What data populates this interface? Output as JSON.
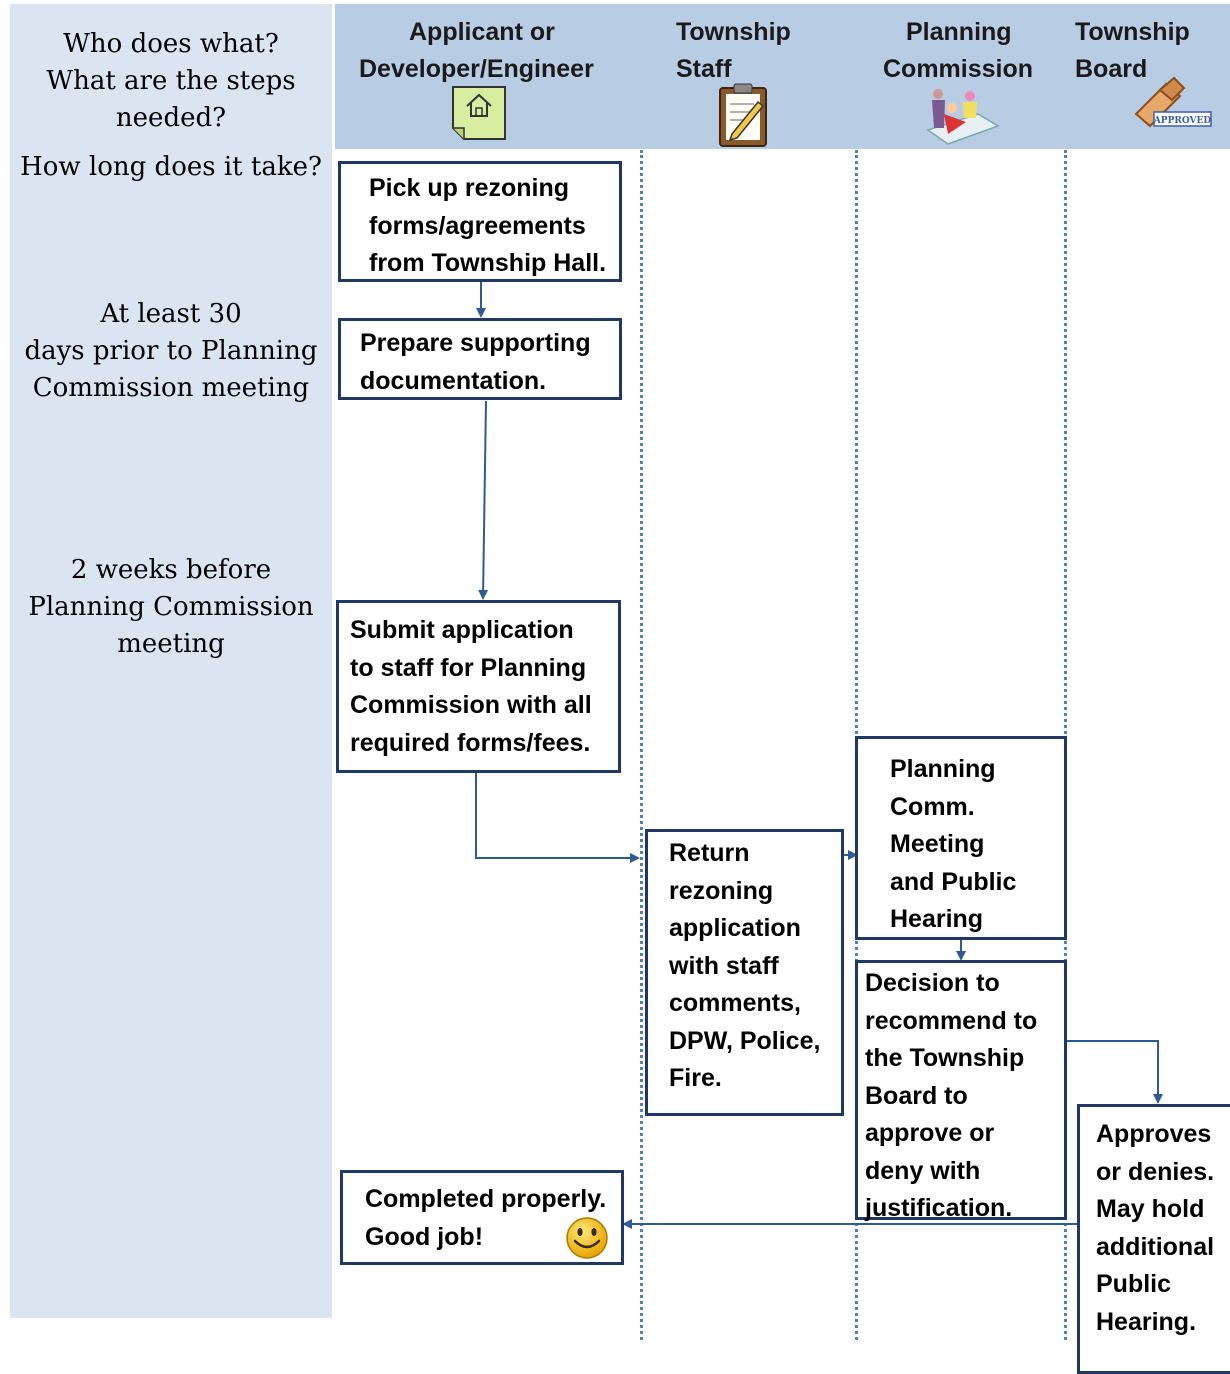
{
  "left_column": {
    "q1": "Who does what?",
    "q2": "What are the steps",
    "q3": "needed?",
    "q4": "How long does it take?",
    "t1a": "At least 30",
    "t1b": "days prior to Planning",
    "t1c": "Commission meeting",
    "t2a": "2 weeks before",
    "t2b": "Planning Commission",
    "t2c": "meeting"
  },
  "lanes": {
    "applicant_l1": "Applicant or",
    "applicant_l2": "Developer/Engineer",
    "staff_l1": "Township",
    "staff_l2": "Staff",
    "commission_l1": "Planning",
    "commission_l2": "Commission",
    "board_l1": "Township",
    "board_l2": "Board",
    "approved_stamp": "APPROVED"
  },
  "steps": {
    "s1": [
      "Pick up rezoning",
      "forms/agreements",
      "from Township Hall."
    ],
    "s2": [
      "Prepare supporting",
      "documentation."
    ],
    "s3": [
      "Submit application",
      "to staff for Planning",
      "Commission with all",
      "required forms/fees."
    ],
    "s4": [
      "Return",
      "rezoning",
      "application",
      "with staff",
      "comments,",
      "DPW, Police,",
      "Fire."
    ],
    "s5": [
      "Planning",
      "Comm.",
      "Meeting",
      "and Public",
      "Hearing"
    ],
    "s6": [
      "Decision to",
      "recommend to",
      "the Township",
      "Board to",
      "approve  or",
      "deny with",
      "justification."
    ],
    "s7": [
      "Approves",
      "or denies.",
      "May hold",
      "additional",
      "Public",
      "Hearing."
    ],
    "s8": [
      "Completed properly.",
      "Good job!"
    ]
  },
  "colors": {
    "header_bg": "#b8cce4",
    "left_bg": "#dbe5f1",
    "box_border": "#1f3864",
    "arrow": "#2e5a96"
  },
  "icons": [
    "house-note-icon",
    "clipboard-icon",
    "meeting-people-icon",
    "approved-stamp-icon",
    "smiley-face-icon"
  ]
}
